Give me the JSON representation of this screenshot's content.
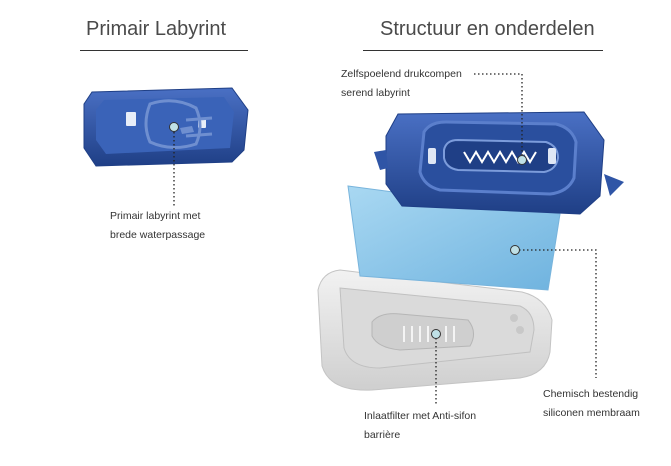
{
  "left_panel": {
    "heading": "Primair Labyrint",
    "callout": [
      "Primair labyrint met",
      "brede waterpassage"
    ]
  },
  "right_panel": {
    "heading": "Structuur en onderdelen",
    "callouts": {
      "top": [
        "Zelfspoelend drukcompen",
        "serend labyrint"
      ],
      "membrane": [
        "Chemisch bestendig",
        "siliconen membraam"
      ],
      "filter": [
        "Inlaatfilter met Anti-sifon",
        "barrière"
      ]
    }
  },
  "colors": {
    "labyrinth_blue": "#2f55a6",
    "labyrinth_dark": "#1f3f86",
    "membrane": "#8ec8ea",
    "housing": "#e9e9e9",
    "marker": "#bfe0e6"
  }
}
